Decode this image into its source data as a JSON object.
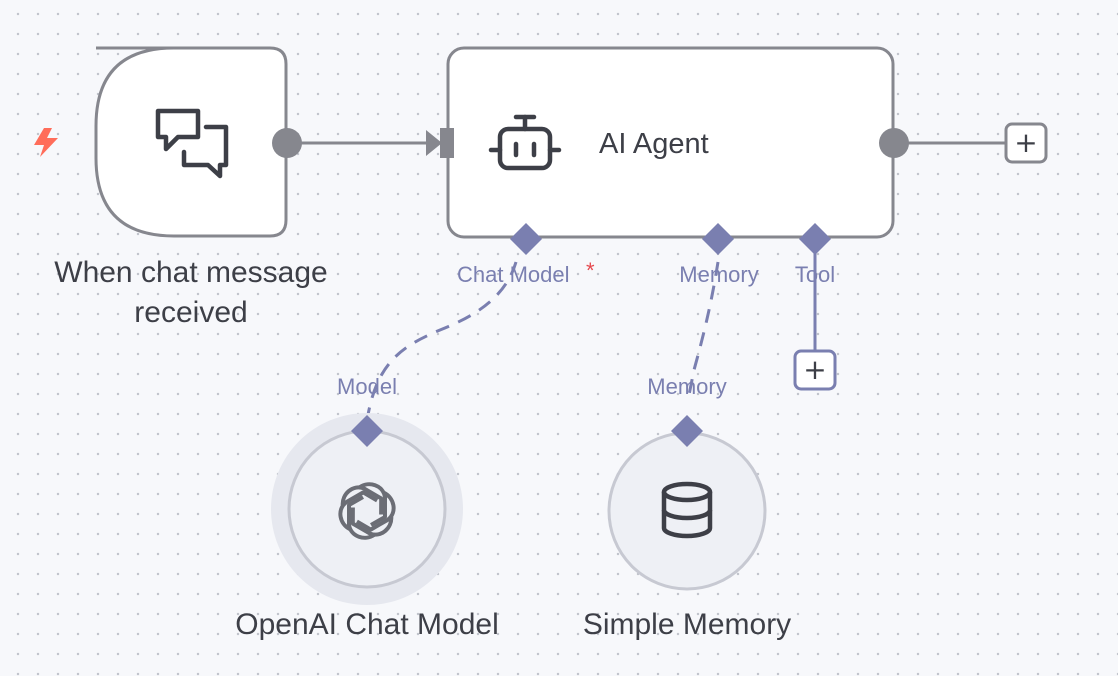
{
  "nodes": {
    "trigger": {
      "label_line1": "When chat message",
      "label_line2": "received",
      "icon": "chat-bubbles-icon",
      "badge_icon": "lightning-bolt-icon",
      "badge_color": "#ff6d5a"
    },
    "agent": {
      "title": "AI Agent",
      "icon": "robot-icon"
    },
    "chat_model": {
      "label": "OpenAI Chat Model",
      "icon": "openai-logo-icon"
    },
    "memory": {
      "label": "Simple Memory",
      "icon": "database-icon"
    }
  },
  "ports": {
    "agent_inputs": {
      "chat_model": "Chat Model",
      "chat_model_required": "*",
      "memory": "Memory",
      "tool": "Tool"
    },
    "chat_model_output": "Model",
    "memory_output": "Memory"
  },
  "add_buttons": {
    "main_output": "+",
    "tool": "+"
  },
  "colors": {
    "node_border": "#86878e",
    "port_sub": "#7a7fb0",
    "main_connection": "#86878e",
    "required": "#e5484d"
  }
}
